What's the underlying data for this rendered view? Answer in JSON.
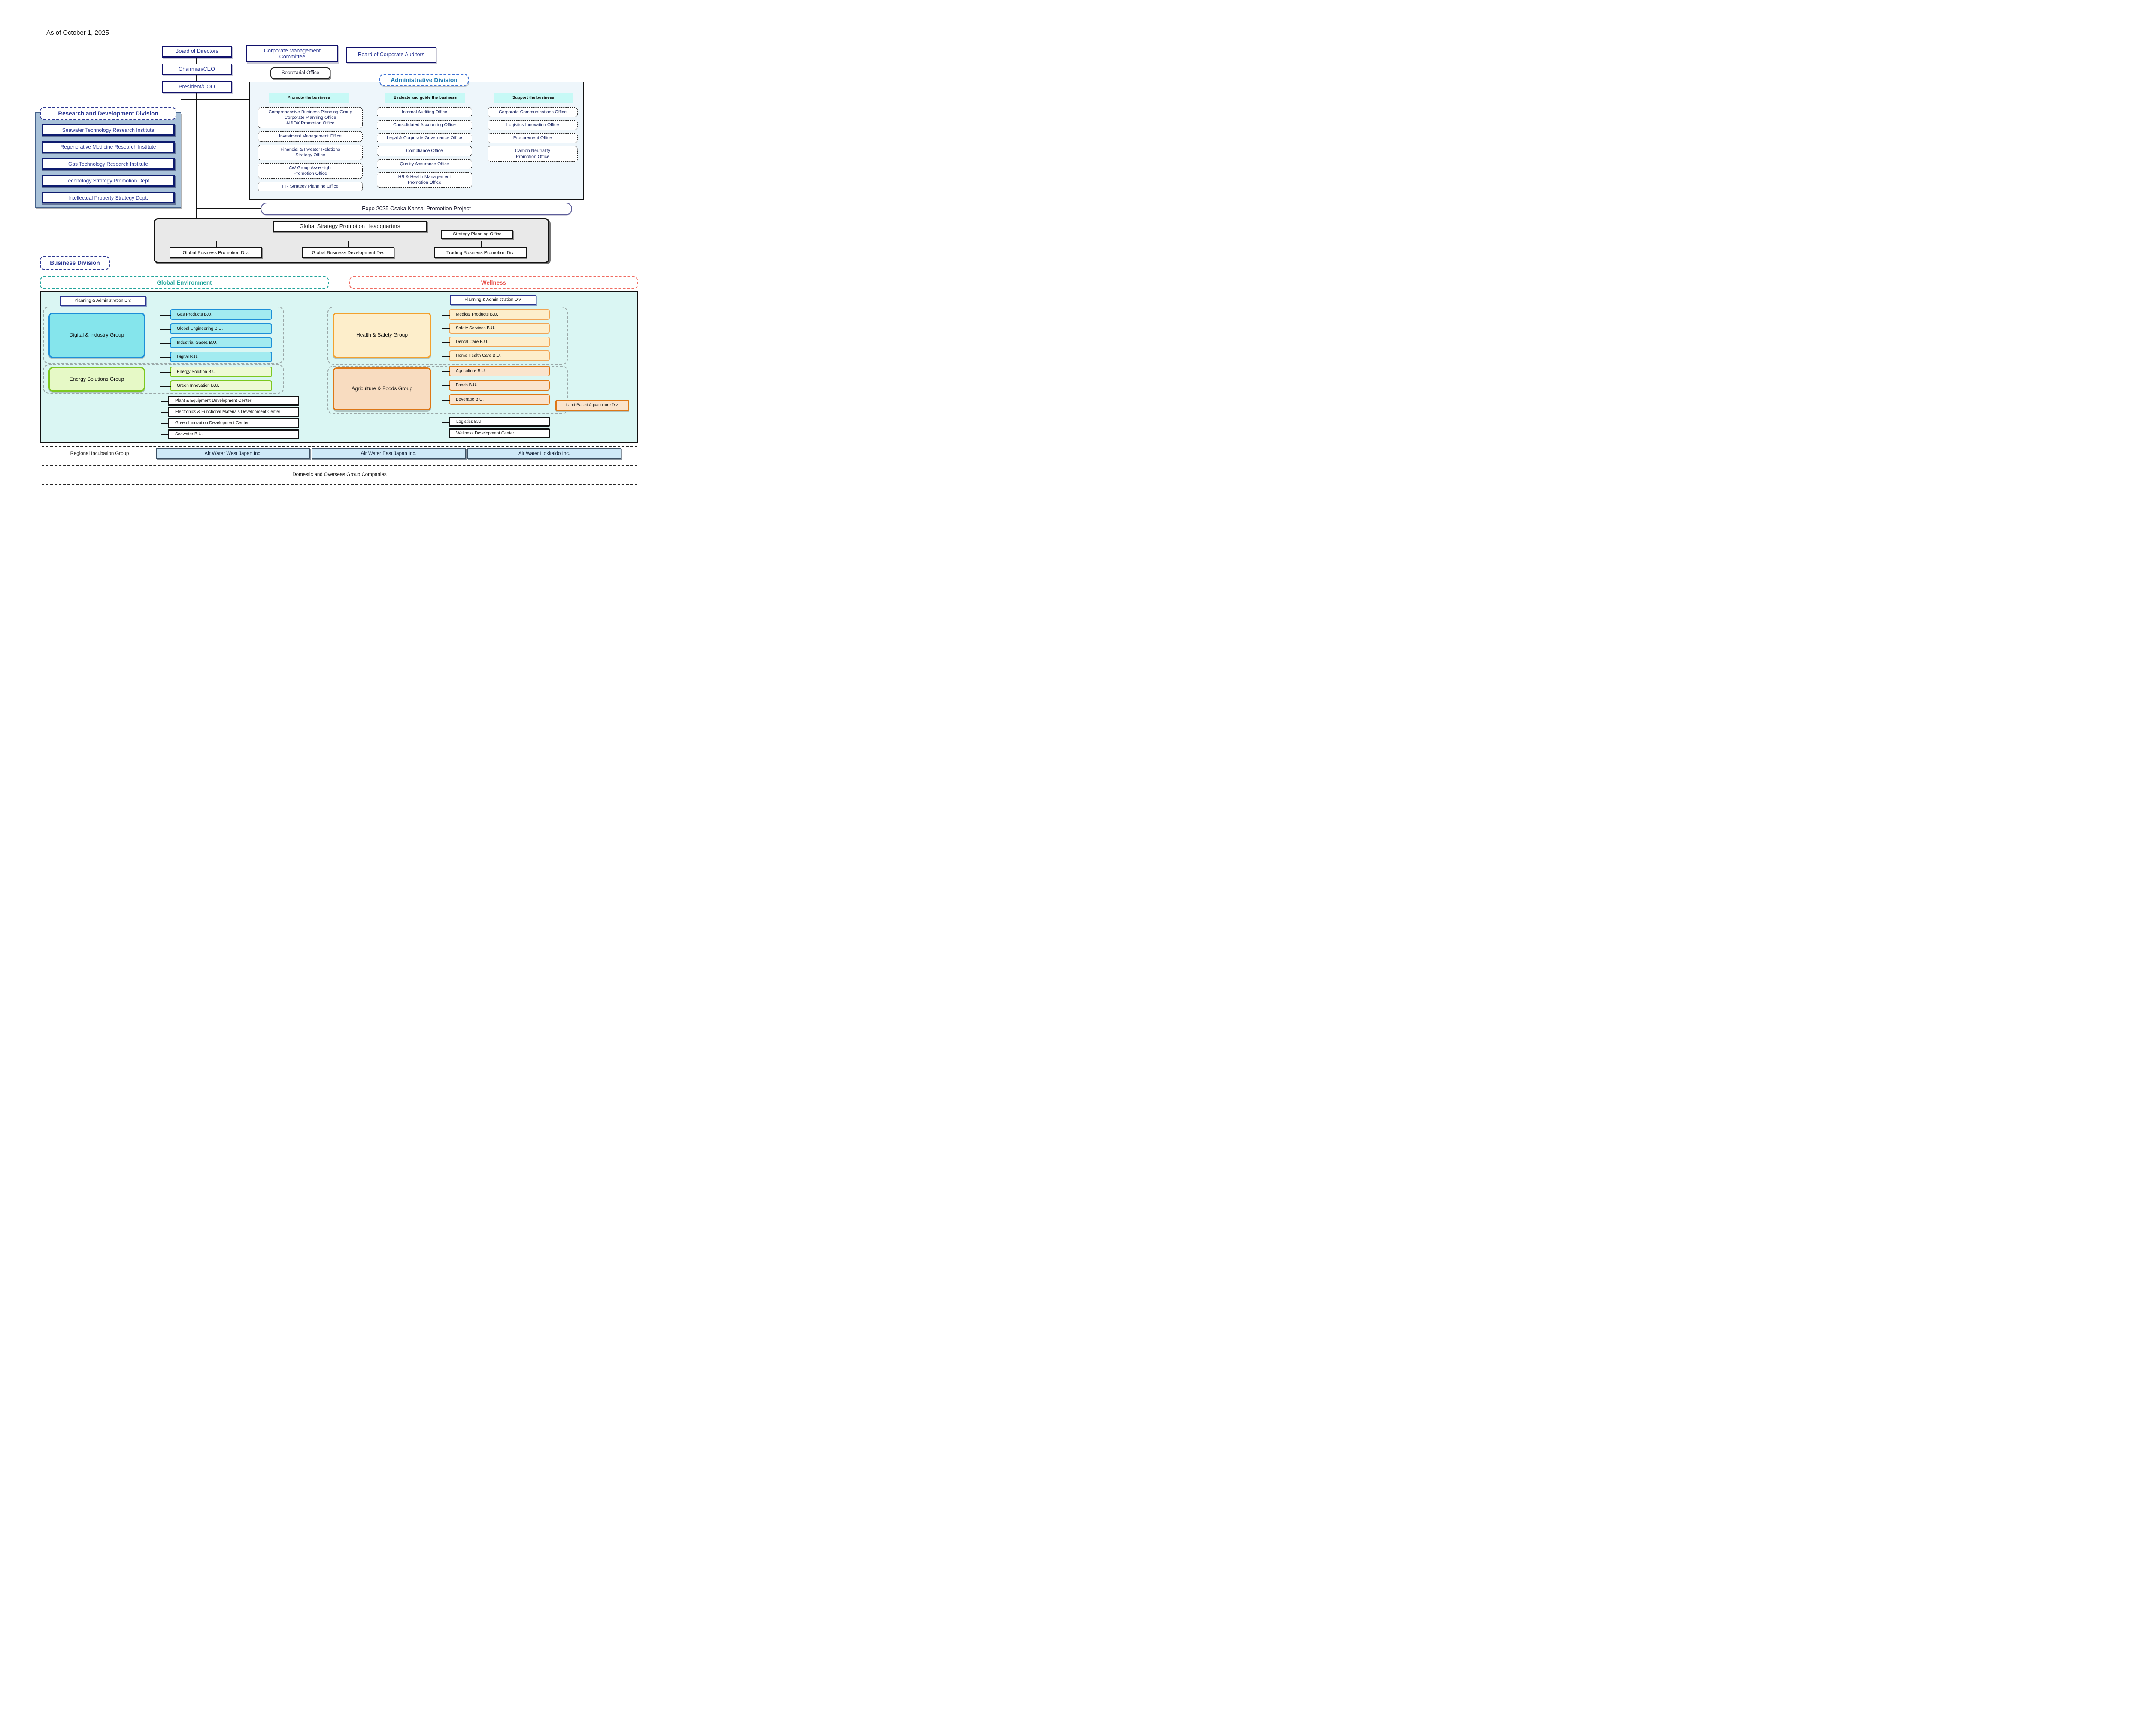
{
  "meta": {
    "as_of": "As of October 1, 2025"
  },
  "top": {
    "board": "Board of Directors",
    "chairman": "Chairman/CEO",
    "president": "President/COO",
    "committee": "Corporate Management\nCommittee",
    "auditors": "Board of Corporate Auditors",
    "secretarial": "Secretarial Office"
  },
  "admin": {
    "title": "Administrative Division",
    "columns": [
      {
        "header": "Promote the business",
        "items": [
          "Comprehensive Business Planning Group\nCorporate Planning Office\nAI&DX Promotion Office",
          "Investment Management Office",
          "Financial & Investor Relations\nStrategy Office",
          "AW Group Asset-light\nPromotion Office",
          "HR Strategy Planning Office"
        ]
      },
      {
        "header": "Evaluate and guide the business",
        "items": [
          "Internal Auditing Office",
          "Consolidated Accounting Office",
          "Legal & Corporate Governance Office",
          "Compliance Office",
          "Quality Assurance Office",
          "HR & Health Management\nPromotion Office"
        ]
      },
      {
        "header": "Support the business",
        "items": [
          "Corporate Communications Office",
          "Logistics Innovation Office",
          "Procurement Office",
          "Carbon Neutrality\nPromotion Office"
        ]
      }
    ]
  },
  "rnd": {
    "title": "Research and Development Division",
    "items": [
      "Seawater Technology Research Institute",
      "Regenerative Medicine Research Institute",
      "Gas Technology Research Institute",
      "Technology Strategy Promotion Dept.",
      "Intellectual Property Strategy Dept."
    ]
  },
  "expo": {
    "label": "Expo 2025 Osaka Kansai Promotion Project"
  },
  "gs": {
    "hq": "Global Strategy Promotion Headquarters",
    "strategy_office": "Strategy Planning Office",
    "divisions": [
      "Global Business Promotion Div.",
      "Global Business Development Div.",
      "Trading Business Promotion Div."
    ]
  },
  "business": {
    "label": "Business Division",
    "global_environment": {
      "header": "Global Environment",
      "planning": "Planning & Administration Div.",
      "digital_group": {
        "label": "Digital & Industry Group",
        "bus": [
          "Gas Products B.U.",
          "Global Engineering B.U.",
          "Industrial Gases B.U.",
          "Digital B.U."
        ]
      },
      "energy_group": {
        "label": "Energy Solutions Group",
        "bus": [
          "Energy Solution B.U.",
          "Green Innovation B.U."
        ]
      },
      "centers": [
        "Plant & Equipment Development Center",
        "Electronics & Functional Materials Development Center",
        "Green Innovation Development Center",
        "Seawater B.U."
      ]
    },
    "wellness": {
      "header": "Wellness",
      "planning": "Planning & Administration Div.",
      "health_group": {
        "label": "Health & Safety Group",
        "bus": [
          "Medical Products B.U.",
          "Safety Services B.U.",
          "Dental Care B.U.",
          "Home Health Care B.U."
        ]
      },
      "agri_group": {
        "label": "Agriculture & Foods Group",
        "bus": [
          "Agriculture B.U.",
          "Foods B.U.",
          "Beverage B.U."
        ],
        "aquaculture": "Land-Based Aquaculture Div."
      },
      "extras": [
        "Logistics B.U.",
        "Wellness Development Center"
      ]
    }
  },
  "bottom": {
    "regional": "Regional Incubation Group",
    "companies": [
      "Air Water West Japan Inc.",
      "Air Water East Japan Inc.",
      "Air Water Hokkaido Inc."
    ],
    "domestic": "Domestic and Overseas Group Companies"
  },
  "colors": {
    "navy": "#10106b",
    "admin_bg": "#eef6fb",
    "chip_bg": "#c7f9f6",
    "rnd_bg": "#a9c2d9",
    "business_bg": "#daf6f3",
    "global_environment_accent": "#20a39a",
    "wellness_accent": "#e8504a",
    "digital_accent": "#1d8fd8",
    "energy_accent": "#7cc820",
    "health_accent": "#f2a12e",
    "agri_accent": "#dd7716",
    "company_bg": "#cfe9f8"
  }
}
